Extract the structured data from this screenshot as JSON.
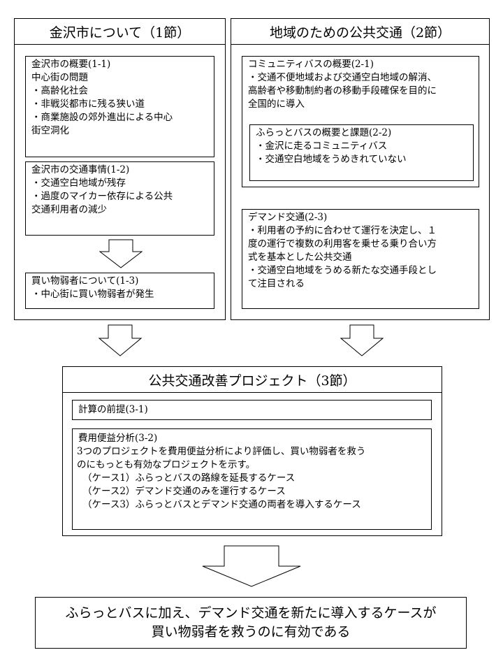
{
  "section1": {
    "title": "金沢市について（1節）",
    "s11": {
      "title": "金沢市の概要(1-1)",
      "lines": [
        "中心街の問題",
        "・高齢化社会",
        "・非戦災都市に残る狭い道",
        "・商業施設の郊外進出による中心",
        "街空洞化"
      ]
    },
    "s12": {
      "title": "金沢市の交通事情(1-2)",
      "lines": [
        "・交通空白地域が残存",
        "・過度のマイカー依存による公共",
        "交通利用者の減少"
      ]
    },
    "s13": {
      "title": "買い物弱者について(1-3)",
      "lines": [
        "・中心街に買い物弱者が発生"
      ]
    }
  },
  "section2": {
    "title": "地域のための公共交通（2節）",
    "s21": {
      "title": "コミュニティバスの概要(2-1)",
      "lines": [
        "・交通不便地域および交通空白地域の解消、",
        "高齢者や移動制約者の移動手段確保を目的に",
        "全国的に導入"
      ]
    },
    "s22": {
      "title": "ふらっとバスの概要と課題(2-2)",
      "lines": [
        "・金沢に走るコミュニティバス",
        "・交通空白地域をうめきれていない"
      ]
    },
    "s23": {
      "title": "デマンド交通(2-3)",
      "lines": [
        "・利用者の予約に合わせて運行を決定し、１",
        "度の運行で複数の利用客を乗せる乗り合い方",
        "式を基本とした公共交通",
        "・交通空白地域をうめる新たな交通手段とし",
        "て注目される"
      ]
    }
  },
  "section3": {
    "title": "公共交通改善プロジェクト（3節）",
    "s31": {
      "title": "計算の前提(3-1)"
    },
    "s32": {
      "title": "費用便益分析(3-2)",
      "lines": [
        "3つのプロジェクトを費用便益分析により評価し、買い物弱者を救う",
        "のにもっとも有効なプロジェクトを示す。",
        "（ケース1）ふらっとバスの路線を延長するケース",
        "（ケース2）デマンド交通のみを運行するケース",
        "（ケース3）ふらっとバスとデマンド交通の両者を導入するケース"
      ]
    }
  },
  "conclusion": {
    "lines": [
      "ふらっとバスに加え、デマンド交通を新たに導入するケースが",
      "買い物弱者を救うのに有効である"
    ]
  }
}
